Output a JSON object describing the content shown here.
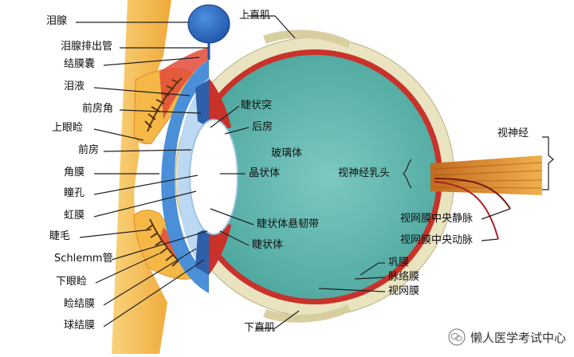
{
  "labels": {
    "lacrimal_gland": "泪腺",
    "lacrimal_duct": "泪腺排出管",
    "conjunctival_sac": "结膜囊",
    "tears": "泪液",
    "anterior_chamber_angle": "前房角",
    "upper_eyelid": "上眼睑",
    "anterior_chamber": "前房",
    "cornea": "角膜",
    "pupil": "瞳孔",
    "iris": "虹膜",
    "eyelash": "睫毛",
    "schlemm": "Schlemm管",
    "lower_eyelid": "下眼睑",
    "palpebral_conjunctiva": "睑结膜",
    "bulbar_conjunctiva": "球结膜",
    "superior_rectus": "上直肌",
    "ciliary_process": "睫状突",
    "posterior_chamber": "后房",
    "vitreous": "玻璃体",
    "lens": "晶状体",
    "optic_disc": "视神经乳头",
    "zonule": "睫状体悬韧带",
    "ciliary_body": "睫状体",
    "optic_nerve": "视神经",
    "central_vein": "视网膜中央静脉",
    "central_artery": "视网膜中央动脉",
    "sclera": "巩膜",
    "choroid": "脉络膜",
    "retina": "视网膜",
    "inferior_rectus": "下直肌"
  },
  "watermark": "懒人医学考试中心",
  "colors": {
    "vitreous": "#5fb8b0",
    "sclera": "#e9e3c0",
    "choroid": "#c8322a",
    "cornea": "#4a8fd8",
    "gland": "#2f6fc9",
    "eyelid": "#f2b33a",
    "nerve": "#e3962e"
  }
}
